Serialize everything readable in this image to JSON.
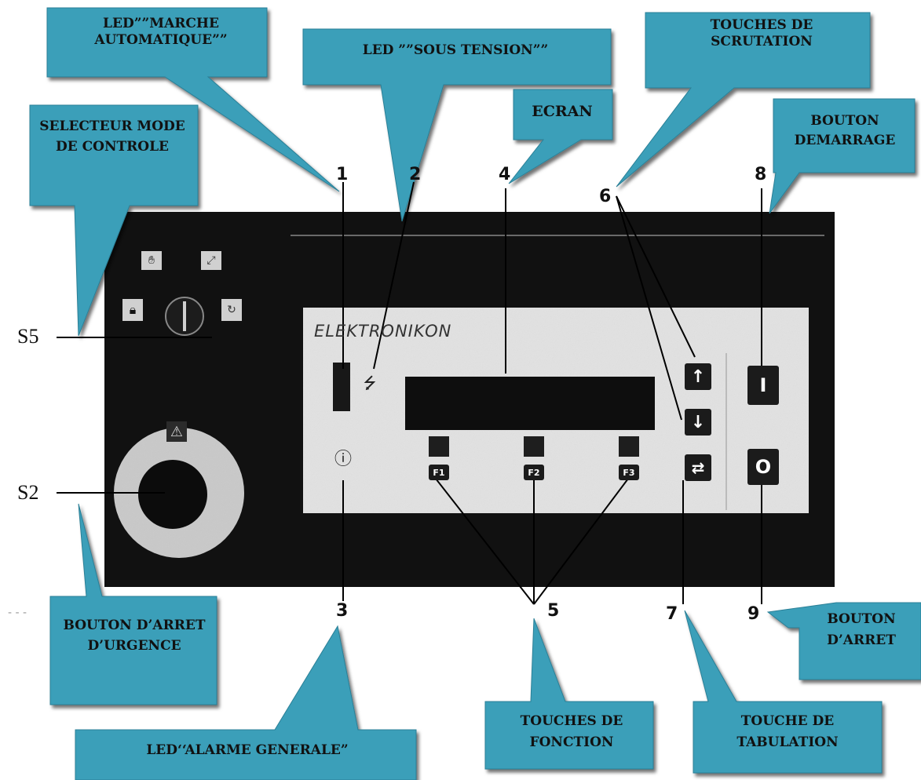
{
  "brand": "ELEKTRONIKON",
  "callouts": {
    "marche_auto": "LED””MARCHE AUTOMATIQUE””",
    "sous_tension": "LED ””SOUS TENSION””",
    "touches_scrutation": "TOUCHES DE SCRUTATION",
    "selecteur": "SELECTEUR MODE DE CONTROLE",
    "ecran": "ECRAN",
    "bouton_demarrage": "BOUTON DEMARRAGE",
    "arret_urgence": "BOUTON D’ARRET D’URGENCE",
    "alarme_generale": "LED‘‘ALARME GENERALE”",
    "touches_fonction": "TOUCHES DE FONCTION",
    "touche_tabulation": "TOUCHE DE TABULATION",
    "bouton_arret": "BOUTON D’ARRET"
  },
  "numbers": [
    "1",
    "2",
    "3",
    "4",
    "5",
    "6",
    "7",
    "8",
    "9"
  ],
  "side_labels": {
    "s5": "S5",
    "s2": "S2"
  },
  "keys": {
    "f1": "F1",
    "f2": "F2",
    "f3": "F3",
    "start": "I",
    "stop": "O",
    "up": "↑",
    "down": "↓",
    "tab": "⇄"
  },
  "icons": [
    "lock-icon",
    "manual-mode-icon",
    "remote-mode-icon",
    "auto-mode-icon",
    "warning-triangle-icon",
    "alarm-icon",
    "power-icon",
    "key-selector-icon"
  ],
  "colors": {
    "callout_fill": "#3b9fb9",
    "panel": "#111111",
    "display_panel": "#e4e4e4",
    "screen": "#101010"
  }
}
